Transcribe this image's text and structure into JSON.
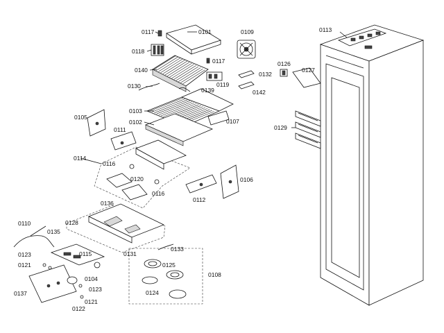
{
  "labels": {
    "l0117a": "0117",
    "l0101": "0101",
    "l0109": "0109",
    "l0113": "0113",
    "l0118": "0118",
    "l0117b": "0117",
    "l0126": "0126",
    "l0127": "0127",
    "l0140": "0140",
    "l0132": "0132",
    "l0119": "0119",
    "l0130": "0130",
    "l0139": "0139",
    "l0142": "0142",
    "l0103": "0103",
    "l0105": "0105",
    "l0107": "0107",
    "l0102": "0102",
    "l0129": "0129",
    "l0111": "0111",
    "l0114": "0114",
    "l0116a": "0116",
    "l0106": "0106",
    "l0120": "0120",
    "l0116b": "0116",
    "l0112": "0112",
    "l0136": "0136",
    "l0110": "0110",
    "l0128": "0128",
    "l0135": "0135",
    "l0133": "0133",
    "l0131": "0131",
    "l0115": "0115",
    "l0123a": "0123",
    "l0125": "0125",
    "l0121a": "0121",
    "l0108": "0108",
    "l0104": "0104",
    "l0123b": "0123",
    "l0124": "0124",
    "l0137": "0137",
    "l0121b": "0121",
    "l0122": "0122"
  }
}
